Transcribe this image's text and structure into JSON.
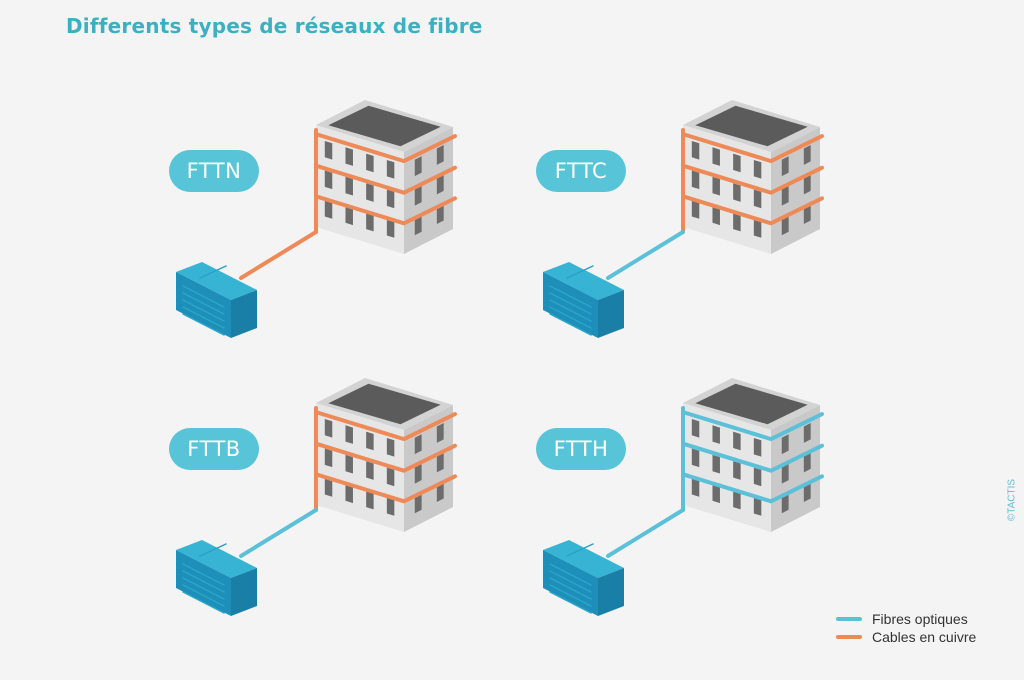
{
  "title": "Differents types de réseaux de fibre",
  "colors": {
    "fiber": "#5bc0d8",
    "copper": "#ee8a57",
    "pill": "#57c4d7",
    "title": "#3bb0c3",
    "building_left": "#e6e6e6",
    "building_right": "#c9c9c9",
    "roof_frame": "#d3d3d3",
    "roof_top": "#5b5b5b",
    "window": "#6c6c6c",
    "cabinet_top": "#37b4d4",
    "cabinet_front": "#1d8fb8",
    "cabinet_side": "#1a7fa6"
  },
  "diagrams": [
    {
      "id": "fttn",
      "label": "FTTN",
      "street": "copper",
      "riser": "copper",
      "floors": "copper"
    },
    {
      "id": "fttc",
      "label": "FTTC",
      "street": "fiber",
      "riser": "copper",
      "floors": "copper"
    },
    {
      "id": "fttb",
      "label": "FTTB",
      "street": "fiber",
      "riser": "copper",
      "floors": "copper"
    },
    {
      "id": "ftth",
      "label": "FTTH",
      "street": "fiber",
      "riser": "fiber",
      "floors": "fiber"
    }
  ],
  "legend": [
    {
      "label": "Fibres optiques",
      "color": "#5bc0d8"
    },
    {
      "label": "Cables en cuivre",
      "color": "#ee8a57"
    }
  ],
  "copyright": "©TACTIS"
}
